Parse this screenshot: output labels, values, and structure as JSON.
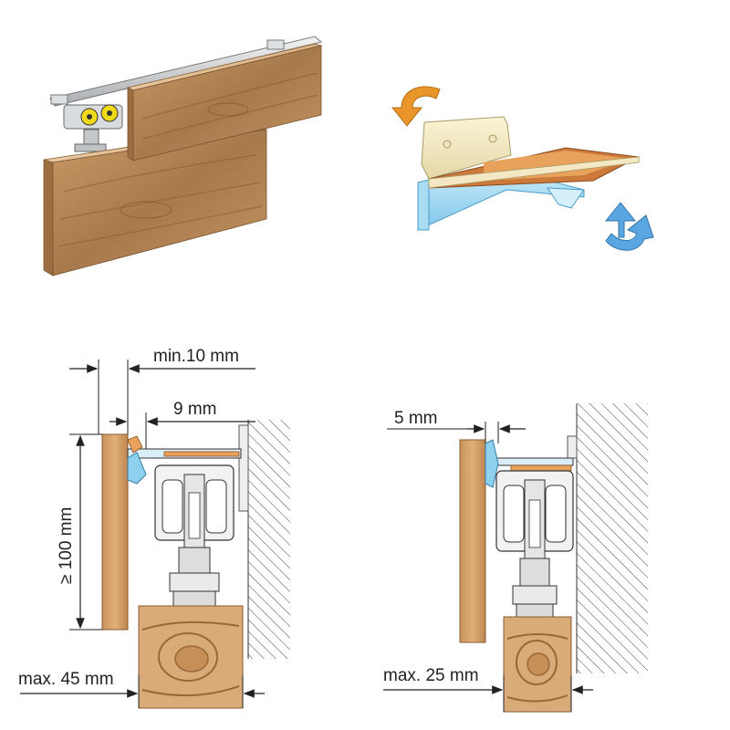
{
  "illustrations": {
    "top_left": {
      "icon": "sliding-door-rail-3d"
    },
    "top_right": {
      "icon": "reversible-profile-arrows",
      "arrow_colors": [
        "#e8962a",
        "#5aa6e0"
      ]
    }
  },
  "left_diagram": {
    "min_gap_label": "min.10 mm",
    "offset_label": "9 mm",
    "height_label": "≥ 100 mm",
    "max_thickness_label": "max. 45 mm"
  },
  "right_diagram": {
    "offset_label": "5 mm",
    "max_thickness_label": "max. 25 mm"
  },
  "colors": {
    "wood_light": "#d9ab78",
    "wood_dark": "#b58350",
    "profile_blue": "#8ed0ee",
    "profile_orange": "#e9a25c",
    "line": "#222222"
  }
}
